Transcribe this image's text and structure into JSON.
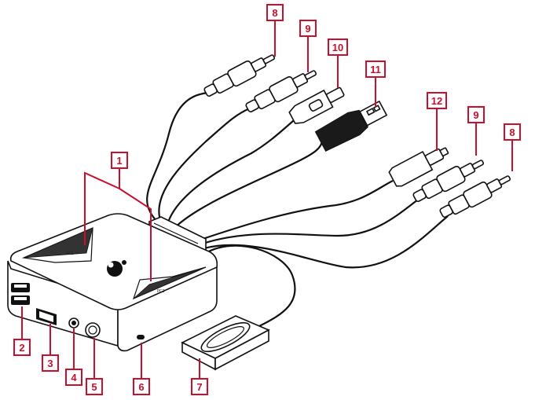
{
  "callouts": [
    {
      "id": "c1",
      "label": "1"
    },
    {
      "id": "c2",
      "label": "2"
    },
    {
      "id": "c3",
      "label": "3"
    },
    {
      "id": "c4",
      "label": "4"
    },
    {
      "id": "c5",
      "label": "5"
    },
    {
      "id": "c6",
      "label": "6"
    },
    {
      "id": "c7",
      "label": "7"
    },
    {
      "id": "c8a",
      "label": "8"
    },
    {
      "id": "c9a",
      "label": "9"
    },
    {
      "id": "c10",
      "label": "10"
    },
    {
      "id": "c11",
      "label": "11"
    },
    {
      "id": "c12",
      "label": "12"
    },
    {
      "id": "c9b",
      "label": "9"
    },
    {
      "id": "c8b",
      "label": "8"
    }
  ],
  "colors": {
    "callout": "#c8102e",
    "line": "#111111",
    "background": "#ffffff"
  },
  "icons": [
    "kvm-switch-device",
    "audio-plug-icon",
    "usb-a-plug-icon",
    "usb-c-plug-icon",
    "remote-button-icon",
    "logo-mark"
  ]
}
